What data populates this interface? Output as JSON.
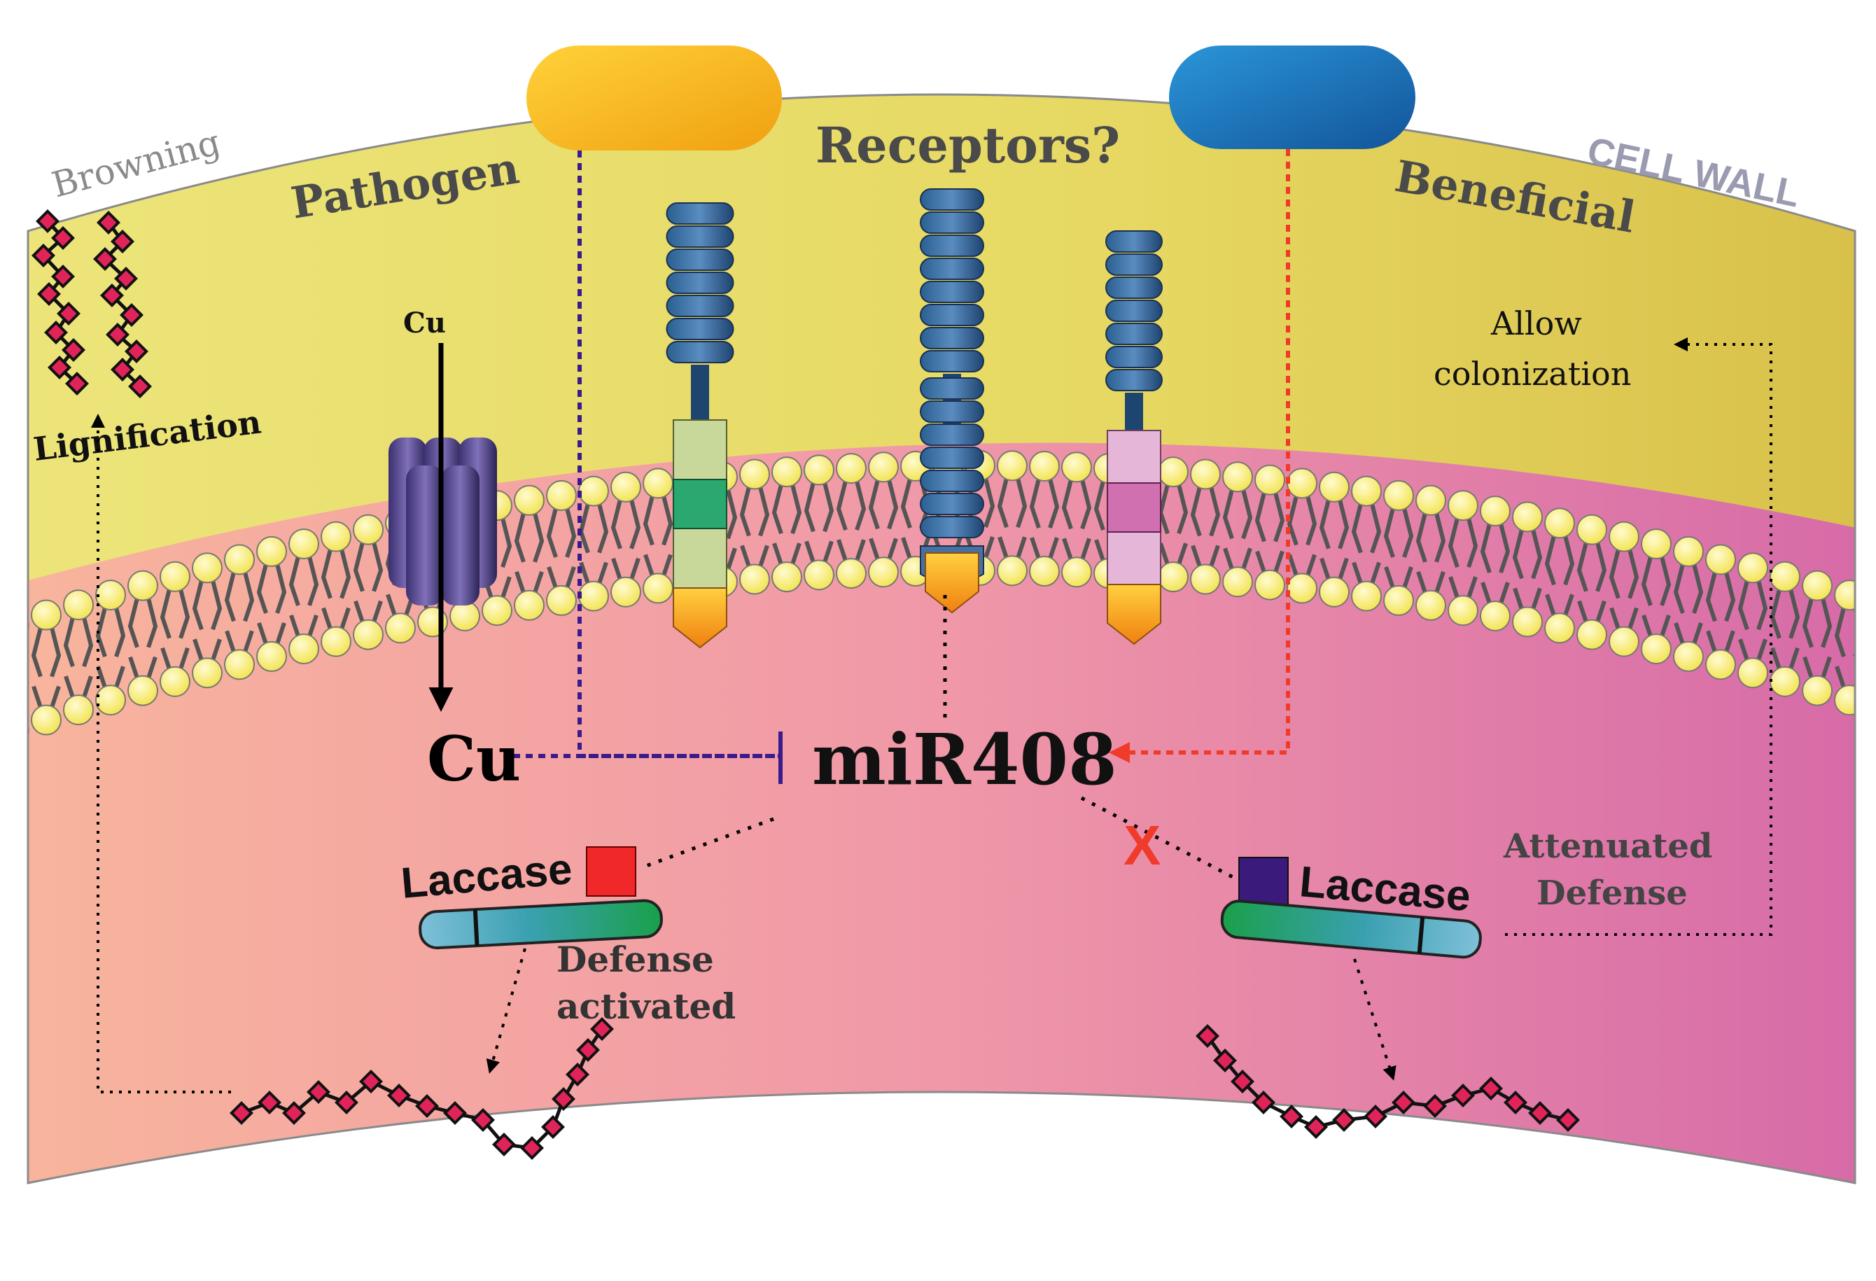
{
  "labels": {
    "browning": "Browning",
    "pathogen": "Pathogen",
    "receptors": "Receptors?",
    "beneficial": "Beneficial",
    "cell_wall": "CELL WALL",
    "cu_top": "Cu",
    "cu_main": "Cu",
    "lignification": "Lignification",
    "allow_colonization_1": "Allow",
    "allow_colonization_2": "colonization",
    "mir408": "miR408",
    "block_mark": "X",
    "laccase_left": "Laccase",
    "laccase_right": "Laccase",
    "defense_activated_1": "Defense",
    "defense_activated_2": "activated",
    "attenuated_defense_1": "Attenuated",
    "attenuated_defense_2": "Defense"
  },
  "colors": {
    "cell_wall": "#e6d96a",
    "cytoplasm_left": "#f7b39a",
    "cytoplasm_mid": "#f09aa6",
    "cytoplasm_right": "#d66aa8",
    "pathogen": "#f5b21a",
    "beneficial": "#1f7fc4",
    "pathogen_line": "#3b1a8c",
    "beneficial_line": "#f03a2a",
    "laccase_active": "#f0282a",
    "laccase_inactive": "#3a1a7a",
    "lignin_bead": "#e0245a",
    "text_dark": "#4a4a4a"
  }
}
